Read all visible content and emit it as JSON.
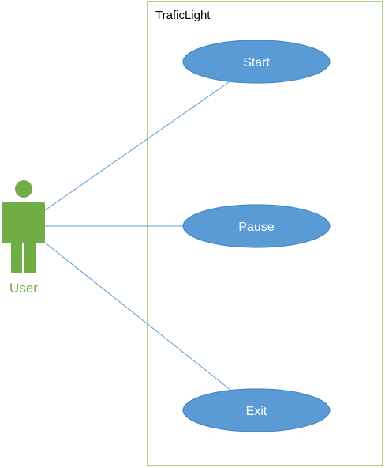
{
  "system": {
    "title": "TraficLight",
    "border_color": "#70ad47"
  },
  "actor": {
    "label": "User",
    "color": "#70ad47",
    "icon": "person-icon"
  },
  "use_cases": [
    {
      "id": "start",
      "label": "Start"
    },
    {
      "id": "pause",
      "label": "Pause"
    },
    {
      "id": "exit",
      "label": "Exit"
    }
  ],
  "style": {
    "use_case_fill": "#5b9bd5",
    "use_case_stroke": "#4a86c0",
    "association_color": "#5b9bd5"
  },
  "associations": [
    {
      "from": "actor",
      "to": "start"
    },
    {
      "from": "actor",
      "to": "pause"
    },
    {
      "from": "actor",
      "to": "exit"
    }
  ]
}
